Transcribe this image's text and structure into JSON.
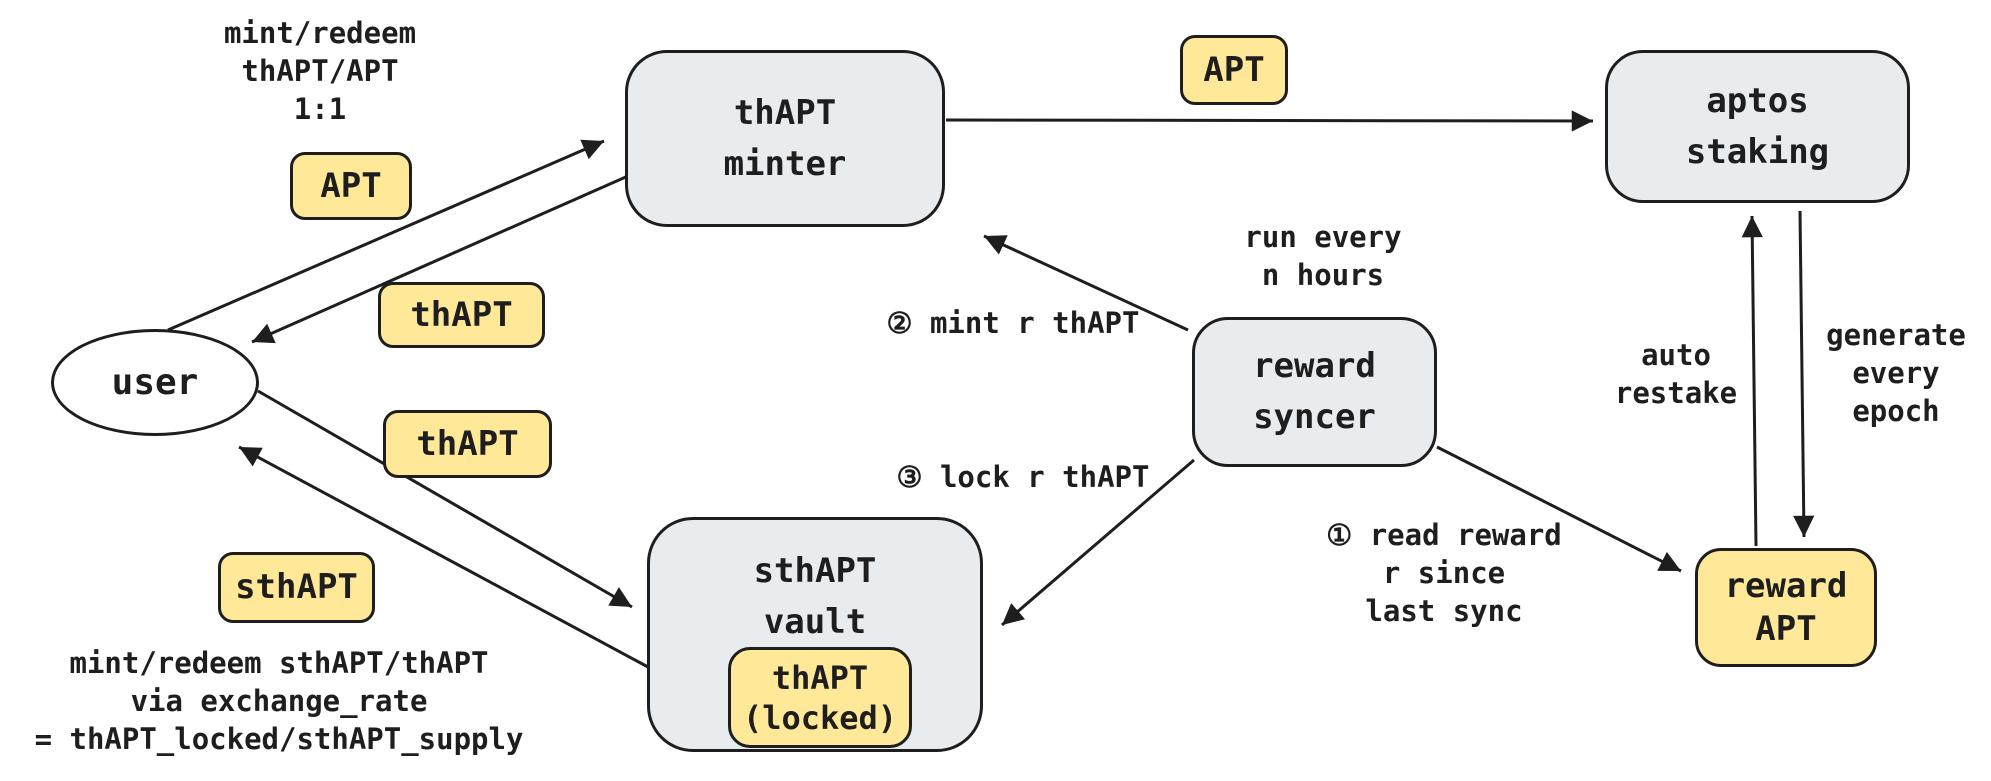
{
  "colors": {
    "badge_yellow": "#ffe999",
    "node_gray": "#e9ecef",
    "stroke": "#1e1e1e",
    "background": "#ffffff"
  },
  "nodes": {
    "user": {
      "label": "user"
    },
    "thapt_minter": {
      "label": "thAPT\nminter"
    },
    "aptos_staking": {
      "label": "aptos\nstaking"
    },
    "reward_syncer": {
      "label": "reward\nsyncer"
    },
    "sthapt_vault": {
      "label": "sthAPT\nvault"
    },
    "reward_apt": {
      "label": "reward\nAPT"
    }
  },
  "badges": {
    "apt_user_to_minter": {
      "label": "APT"
    },
    "thapt_minter_to_user": {
      "label": "thAPT"
    },
    "thapt_user_to_vault": {
      "label": "thAPT"
    },
    "sthapt_vault_to_user": {
      "label": "sthAPT"
    },
    "apt_minter_to_staking": {
      "label": "APT"
    },
    "thapt_locked": {
      "label": "thAPT\n(locked)"
    }
  },
  "annotations": {
    "mint_redeem_1to1": "mint/redeem\nthAPT/APT\n1:1",
    "run_every_n_hours": "run every\nn hours",
    "step2_mint": "② mint r thAPT",
    "step3_lock": "③ lock r thAPT",
    "step1_read": "① read reward\nr since\nlast sync",
    "auto_restake": "auto\nrestake",
    "generate_every_epoch": "generate\nevery\nepoch",
    "exchange_rate_note": "mint/redeem sthAPT/thAPT\nvia exchange_rate\n= thAPT_locked/sthAPT_supply"
  }
}
